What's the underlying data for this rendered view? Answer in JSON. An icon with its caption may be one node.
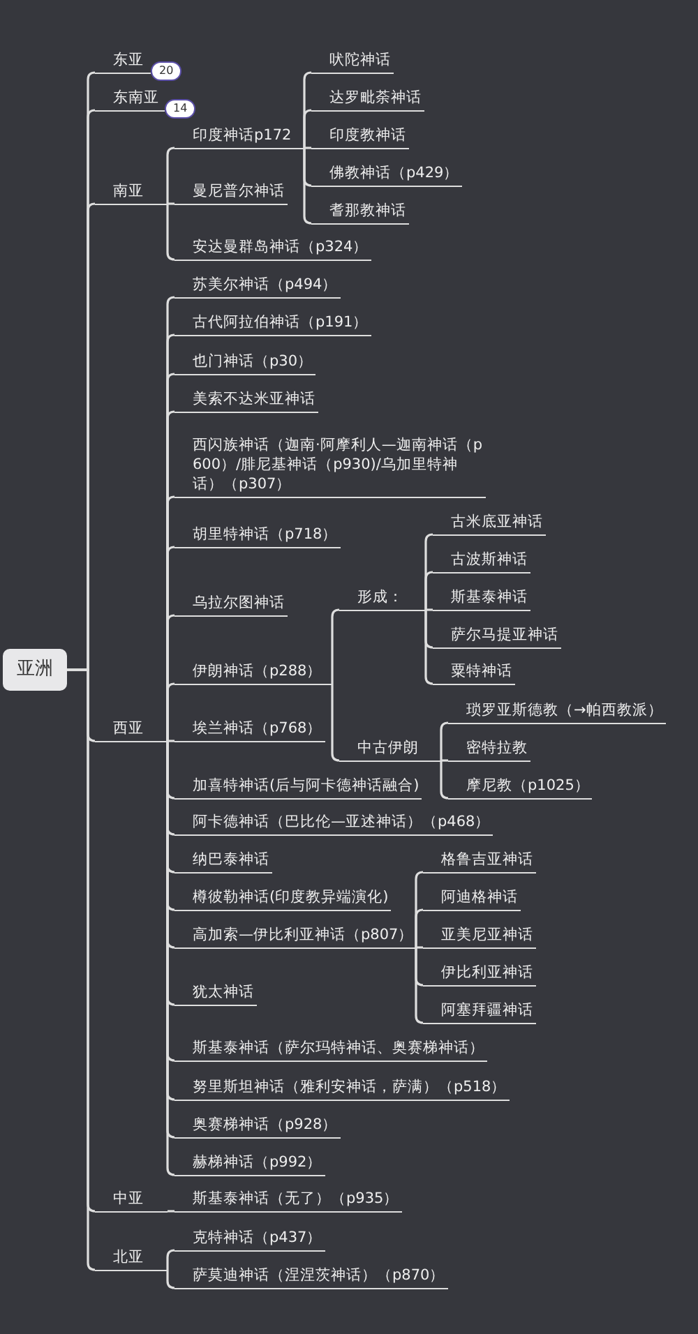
{
  "diagram": {
    "nodes": [
      {
        "text": [
          "亚洲"
        ]
      },
      {
        "text": [
          "东亚"
        ],
        "beside": [
          "20"
        ]
      },
      {
        "text": [
          "东南亚"
        ],
        "beside": [
          "14"
        ]
      },
      {
        "text": [
          "南亚"
        ]
      },
      {
        "text": [
          "印度神话p172"
        ]
      },
      {
        "text": [
          "吠陀神话"
        ]
      },
      {
        "text": [
          "达罗毗荼神话"
        ]
      },
      {
        "text": [
          "印度教神话"
        ]
      },
      {
        "text": [
          "佛教神话（p429）"
        ]
      },
      {
        "text": [
          "耆那教神话"
        ]
      },
      {
        "text": [
          "曼尼普尔神话"
        ]
      },
      {
        "text": [
          "安达曼群岛神话（p324）"
        ]
      },
      {
        "text": [
          "西亚"
        ]
      },
      {
        "text": [
          "苏美尔神话（p494）"
        ]
      },
      {
        "text": [
          "古代阿拉伯神话（p191）"
        ]
      },
      {
        "text": [
          "也门神话（p30）"
        ]
      },
      {
        "text": [
          "美索不达米亚神话"
        ]
      },
      {
        "text": [
          "西闪族神话（迦南·阿摩利人—迦南神话（p600）/腓尼基神话（p930)/乌加里特神话）（p307）"
        ]
      },
      {
        "text": [
          "胡里特神话（p718）"
        ]
      },
      {
        "text": [
          "乌拉尔图神话"
        ]
      },
      {
        "text": [
          "伊朗神话（p288）"
        ]
      },
      {
        "text": [
          "形成："
        ]
      },
      {
        "text": [
          "古米底亚神话"
        ]
      },
      {
        "text": [
          "古波斯神话"
        ]
      },
      {
        "text": [
          "斯基泰神话"
        ]
      },
      {
        "text": [
          "萨尔马提亚神话"
        ]
      },
      {
        "text": [
          "粟特神话"
        ]
      },
      {
        "text": [
          "中古伊朗"
        ]
      },
      {
        "text": [
          "琐罗亚斯德教（→帕西教派）"
        ]
      },
      {
        "text": [
          "密特拉教"
        ]
      },
      {
        "text": [
          "摩尼教（p1025）"
        ]
      },
      {
        "text": [
          "埃兰神话（p768）"
        ]
      },
      {
        "text": [
          "加喜特神话(后与阿卡德神话融合)"
        ]
      },
      {
        "text": [
          "阿卡德神话（巴比伦—亚述神话）（p468）"
        ]
      },
      {
        "text": [
          "纳巴泰神话"
        ]
      },
      {
        "text": [
          "樽彼勒神话(印度教异端演化)"
        ]
      },
      {
        "text": [
          "高加索—伊比利亚神话（p807）"
        ]
      },
      {
        "text": [
          "格鲁吉亚神话"
        ]
      },
      {
        "text": [
          "阿迪格神话"
        ]
      },
      {
        "text": [
          "亚美尼亚神话"
        ]
      },
      {
        "text": [
          "伊比利亚神话"
        ]
      },
      {
        "text": [
          "阿塞拜疆神话"
        ]
      },
      {
        "text": [
          "犹太神话"
        ]
      },
      {
        "text": [
          "斯基泰神话（萨尔玛特神话、奥赛梯神话）"
        ]
      },
      {
        "text": [
          "努里斯坦神话（雅利安神话，萨满）（p518）"
        ]
      },
      {
        "text": [
          "奥赛梯神话（p928）"
        ]
      },
      {
        "text": [
          "赫梯神话（p992）"
        ]
      },
      {
        "text": [
          "中亚"
        ]
      },
      {
        "text": [
          "斯基泰神话（无了）（p935）"
        ]
      },
      {
        "text": [
          "北亚"
        ]
      },
      {
        "text": [
          "克特神话（p437）"
        ]
      },
      {
        "text": [
          "萨莫迪神话（涅涅茨神话）（p870）"
        ]
      }
    ],
    "edges": [
      {
        "from": 0,
        "to": 1,
        "arrow": "none"
      },
      {
        "from": 0,
        "to": 2,
        "arrow": "none"
      },
      {
        "from": 0,
        "to": 3,
        "arrow": "none"
      },
      {
        "from": 3,
        "to": 4,
        "arrow": "none"
      },
      {
        "from": 4,
        "to": 5,
        "arrow": "none"
      },
      {
        "from": 4,
        "to": 6,
        "arrow": "none"
      },
      {
        "from": 4,
        "to": 7,
        "arrow": "none"
      },
      {
        "from": 4,
        "to": 8,
        "arrow": "none"
      },
      {
        "from": 4,
        "to": 9,
        "arrow": "none"
      },
      {
        "from": 3,
        "to": 10,
        "arrow": "none"
      },
      {
        "from": 3,
        "to": 11,
        "arrow": "none"
      },
      {
        "from": 0,
        "to": 12,
        "arrow": "none"
      },
      {
        "from": 12,
        "to": 13,
        "arrow": "none"
      },
      {
        "from": 12,
        "to": 14,
        "arrow": "none"
      },
      {
        "from": 12,
        "to": 15,
        "arrow": "none"
      },
      {
        "from": 12,
        "to": 16,
        "arrow": "none"
      },
      {
        "from": 12,
        "to": 17,
        "arrow": "none"
      },
      {
        "from": 12,
        "to": 18,
        "arrow": "none"
      },
      {
        "from": 12,
        "to": 19,
        "arrow": "none"
      },
      {
        "from": 12,
        "to": 20,
        "arrow": "none"
      },
      {
        "from": 20,
        "to": 21,
        "arrow": "none"
      },
      {
        "from": 21,
        "to": 22,
        "arrow": "none"
      },
      {
        "from": 21,
        "to": 23,
        "arrow": "none"
      },
      {
        "from": 21,
        "to": 24,
        "arrow": "none"
      },
      {
        "from": 21,
        "to": 25,
        "arrow": "none"
      },
      {
        "from": 21,
        "to": 26,
        "arrow": "none"
      },
      {
        "from": 20,
        "to": 27,
        "arrow": "none"
      },
      {
        "from": 27,
        "to": 28,
        "arrow": "none"
      },
      {
        "from": 27,
        "to": 29,
        "arrow": "none"
      },
      {
        "from": 27,
        "to": 30,
        "arrow": "none"
      },
      {
        "from": 12,
        "to": 31,
        "arrow": "none"
      },
      {
        "from": 12,
        "to": 32,
        "arrow": "none"
      },
      {
        "from": 12,
        "to": 33,
        "arrow": "none"
      },
      {
        "from": 12,
        "to": 34,
        "arrow": "none"
      },
      {
        "from": 12,
        "to": 35,
        "arrow": "none"
      },
      {
        "from": 12,
        "to": 36,
        "arrow": "none"
      },
      {
        "from": 36,
        "to": 37,
        "arrow": "none"
      },
      {
        "from": 36,
        "to": 38,
        "arrow": "none"
      },
      {
        "from": 36,
        "to": 39,
        "arrow": "none"
      },
      {
        "from": 36,
        "to": 40,
        "arrow": "none"
      },
      {
        "from": 36,
        "to": 41,
        "arrow": "none"
      },
      {
        "from": 12,
        "to": 42,
        "arrow": "none"
      },
      {
        "from": 12,
        "to": 43,
        "arrow": "none"
      },
      {
        "from": 12,
        "to": 44,
        "arrow": "none"
      },
      {
        "from": 12,
        "to": 45,
        "arrow": "none"
      },
      {
        "from": 12,
        "to": 46,
        "arrow": "none"
      },
      {
        "from": 0,
        "to": 47,
        "arrow": "none"
      },
      {
        "from": 47,
        "to": 48,
        "arrow": "none"
      },
      {
        "from": 0,
        "to": 49,
        "arrow": "none"
      },
      {
        "from": 49,
        "to": 50,
        "arrow": "none"
      },
      {
        "from": 49,
        "to": 51,
        "arrow": "none"
      }
    ]
  }
}
